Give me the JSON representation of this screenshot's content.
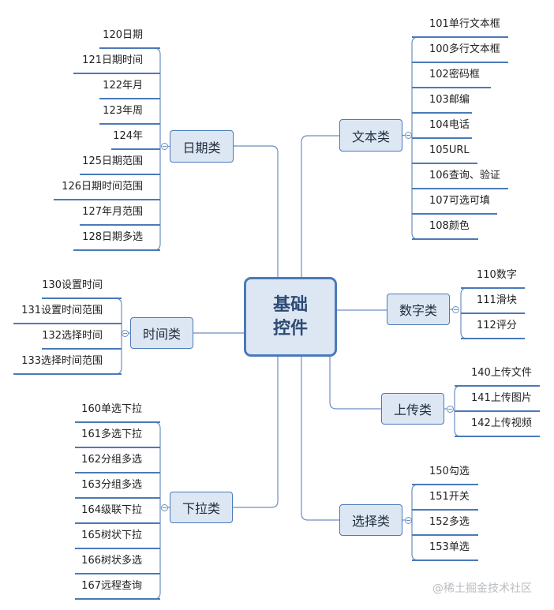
{
  "center": {
    "line1": "基础",
    "line2": "控件"
  },
  "branches": {
    "date": {
      "label": "日期类",
      "items": [
        "120日期",
        "121日期时间",
        "122年月",
        "123年周",
        "124年",
        "125日期范围",
        "126日期时间范围",
        "127年月范围",
        "128日期多选"
      ]
    },
    "time": {
      "label": "时间类",
      "items": [
        "130设置时间",
        "131设置时间范围",
        "132选择时间",
        "133选择时间范围"
      ]
    },
    "dropdown": {
      "label": "下拉类",
      "items": [
        "160单选下拉",
        "161多选下拉",
        "162分组多选",
        "163分组多选",
        "164级联下拉",
        "165树状下拉",
        "166树状多选",
        "167远程查询"
      ]
    },
    "text": {
      "label": "文本类",
      "items": [
        "101单行文本框",
        "100多行文本框",
        "102密码框",
        "103邮编",
        "104电话",
        "105URL",
        "106查询、验证",
        "107可选可填",
        "108颜色"
      ]
    },
    "number": {
      "label": "数字类",
      "items": [
        "110数字",
        "111滑块",
        "112评分"
      ]
    },
    "upload": {
      "label": "上传类",
      "items": [
        "140上传文件",
        "141上传图片",
        "142上传视频"
      ]
    },
    "select": {
      "label": "选择类",
      "items": [
        "150勾选",
        "151开关",
        "152多选",
        "153单选"
      ]
    }
  },
  "watermark": "@稀土掘金技术社区",
  "colors": {
    "line": "#6b8fc2",
    "node_fill": "#dde7f4",
    "node_border": "#4a7ab8",
    "underline": "#4a7ab8"
  }
}
